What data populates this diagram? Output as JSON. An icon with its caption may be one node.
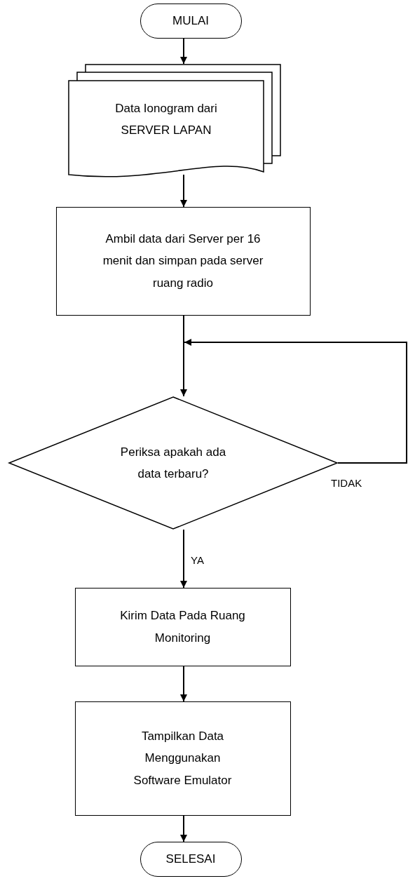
{
  "diagram": {
    "nodes": [
      {
        "text": [
          "MULAI"
        ]
      },
      {
        "text": [
          "Data Ionogram dari SERVER LAPAN"
        ]
      },
      {
        "text": [
          "Ambil data dari Server per 16 menit dan simpan pada server ruang radio"
        ]
      },
      {
        "text": [
          "Periksa apakah ada data terbaru?"
        ]
      },
      {
        "text": [
          "Kirim Data Pada Ruang Monitoring"
        ]
      },
      {
        "text": [
          "Tampilkan Data Menggunakan Software Emulator"
        ]
      },
      {
        "text": [
          "SELESAI"
        ]
      }
    ],
    "edges": [
      {
        "from": 0,
        "to": 1,
        "arrow": "to"
      },
      {
        "from": 1,
        "to": 2,
        "arrow": "to"
      },
      {
        "from": 2,
        "to": 3,
        "arrow": "to"
      },
      {
        "from": 3,
        "to": 4,
        "arrow": "to",
        "label": "YA"
      },
      {
        "from": 4,
        "to": 5,
        "arrow": "to"
      },
      {
        "from": 5,
        "to": 6,
        "arrow": "to"
      },
      {
        "from": 3,
        "to": null,
        "arrow": "to",
        "label": "TIDAK"
      }
    ]
  }
}
